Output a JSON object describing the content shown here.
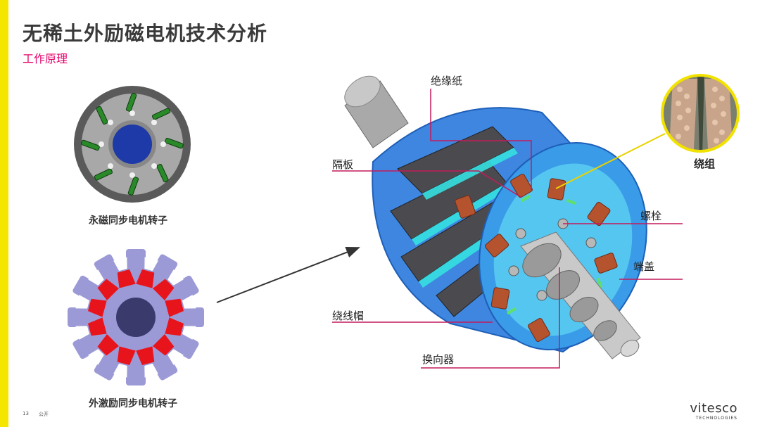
{
  "title": "无稀土外励磁电机技术分析",
  "subtitle": "工作原理",
  "left_figures": {
    "pm_caption": "永磁同步电机转子",
    "ee_caption": "外激励同步电机转子"
  },
  "callouts": {
    "insulation_paper": "绝缘纸",
    "partition": "隔板",
    "winding": "绕组",
    "bolt": "螺栓",
    "end_cover": "端盖",
    "winding_cap": "绕线帽",
    "commutator": "换向器"
  },
  "footer": {
    "page_number": "13",
    "classification": "公开"
  },
  "logo": {
    "name": "vitesco",
    "tagline": "TECHNOLOGIES"
  },
  "colors": {
    "accent_yellow": "#f5e600",
    "magenta": "#e5006a",
    "rotor_blue": "#3a8fe8",
    "copper": "#b5532f"
  }
}
